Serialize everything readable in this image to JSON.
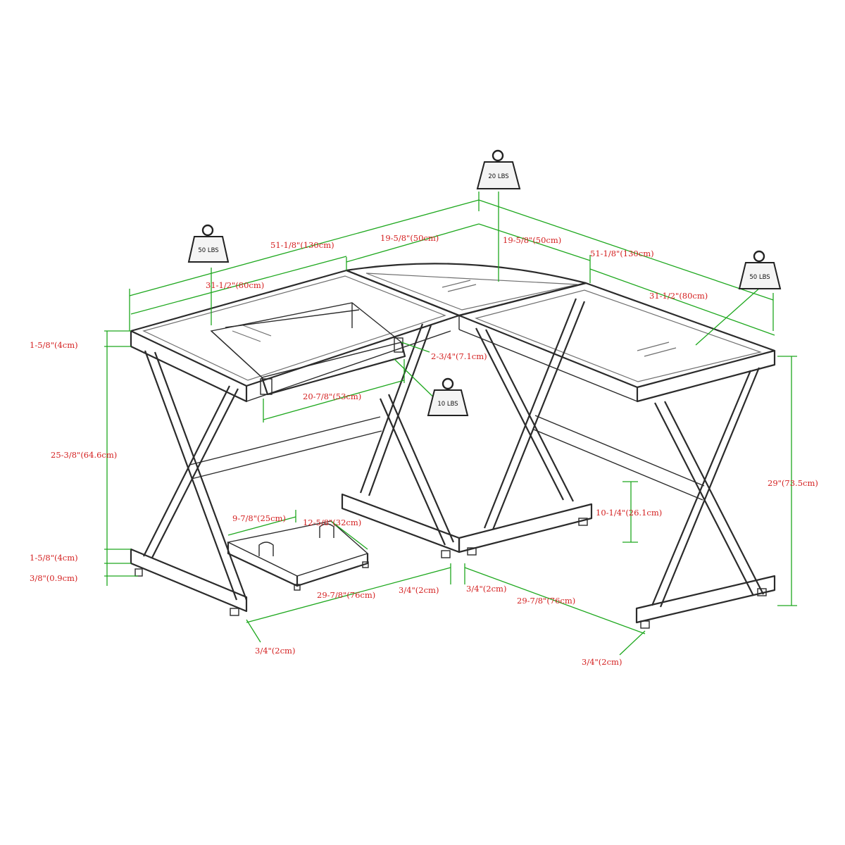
{
  "weights": {
    "left_top": "50 LBS",
    "center_top": "20 LBS",
    "right_top": "50 LBS",
    "keyboard": "10 LBS"
  },
  "dimensions": {
    "left_overall_width": "51-1/8\"(130cm)",
    "left_inner_width": "19-5/8\"(50cm)",
    "right_inner_width": "19-5/8\"(50cm)",
    "right_overall_width": "51-1/8\"(130cm)",
    "left_depth": "31-1/2\"(80cm)",
    "right_depth": "31-1/2\"(80cm)",
    "top_thickness": "1-5/8\"(4cm)",
    "tray_depth": "2-3/4\"(7.1cm)",
    "tray_width": "20-7/8\"(53cm)",
    "leg_clear_height": "25-3/8\"(64.6cm)",
    "total_height": "29\"(73.5cm)",
    "shelf_height": "10-1/4\"(26.1cm)",
    "cpu_stand_width": "9-7/8\"(25cm)",
    "cpu_stand_depth": "12-5/8\"(32cm)",
    "base_thickness": "1-5/8\"(4cm)",
    "foot_height": "3/8\"(0.9cm)",
    "left_leg_span": "29-7/8\"(76cm)",
    "right_leg_span": "29-7/8\"(76cm)",
    "corner_gap_left": "3/4\"(2cm)",
    "corner_gap_right": "3/4\"(2cm)",
    "left_foot_offset": "3/4\"(2cm)",
    "right_foot_offset": "3/4\"(2cm)"
  }
}
